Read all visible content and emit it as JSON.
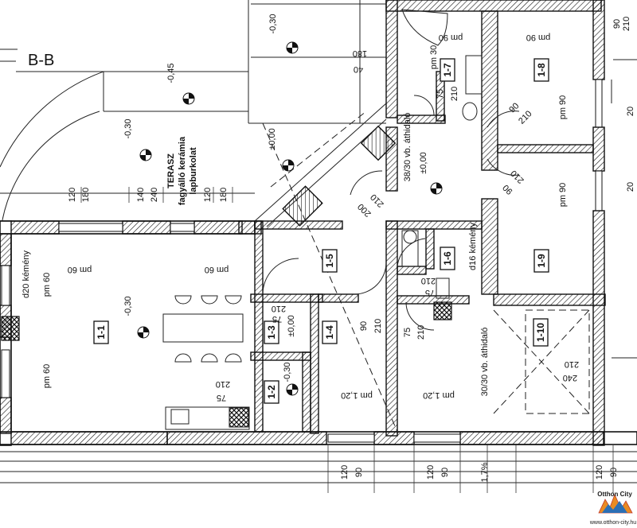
{
  "section_label": "B-B",
  "terrace": {
    "line1": "TERASZ",
    "line2": "fagyálló kerámia",
    "line3": "lapburkolat"
  },
  "rooms": [
    {
      "id": "1-1"
    },
    {
      "id": "1-2"
    },
    {
      "id": "1-3"
    },
    {
      "id": "1-4"
    },
    {
      "id": "1-5"
    },
    {
      "id": "1-6"
    },
    {
      "id": "1-7"
    },
    {
      "id": "1-8"
    },
    {
      "id": "1-9"
    },
    {
      "id": "1-10"
    }
  ],
  "levels": {
    "l_030_top": "-0,30",
    "l_045": "-0,45",
    "l_030_terrace": "-0,30",
    "l_000_a": "±0,00",
    "l_000_b": "±0,00",
    "l_030_living": "-0,30",
    "l_000_13": "±0,00",
    "l_030_12": "-0,30"
  },
  "chimneys": {
    "d20": "d20 kémény",
    "d16": "d16 kémény"
  },
  "lintels": {
    "b1": "38/30 vb. áthidaló",
    "b2": "30/30 vb. áthidaló"
  },
  "parapets": {
    "p1": "pm 60",
    "p2": "pm 60",
    "p3": "pm 60",
    "p4": "pm 60",
    "p5": "pm 1,20",
    "p6": "pm 1,20",
    "p7": "pm 90",
    "p8": "pm 90",
    "p9": "pm 90",
    "p10": "pm 30",
    "p11": "pm 90"
  },
  "dimensions": {
    "d180_top": "180",
    "d40_top": "40",
    "d120_a": "120",
    "d180_b": "180",
    "d140": "140",
    "d240": "240",
    "d120_c": "120",
    "d180_c": "180",
    "d75_17": "75",
    "d210_17": "210",
    "d90_a": "90",
    "d210_a": "210",
    "d210_b": "210",
    "d90_b": "90",
    "d210_c": "210",
    "d200": "200",
    "d210_16": "210",
    "d75_16": "75",
    "d210_13": "210",
    "d75_13": "75",
    "d90_14": "90",
    "d210_14": "210",
    "d75_x": "75",
    "d210_x": "210",
    "d210_12": "210",
    "d75_12": "75",
    "d210_110": "210",
    "d240_110": "240",
    "d120_bottom_a": "120",
    "d90_bottom_a": "90",
    "d120_bottom_b": "120",
    "d90_bottom_b": "90",
    "d120_bottom_c": "120",
    "d90_bottom_c": "90",
    "d90_right_top": "90",
    "d20_right": "20",
    "d20_right2": "20",
    "slope": "1,7%",
    "d210_top_right": "210"
  },
  "logo": {
    "name": "Otthon City",
    "url": "www.otthon-city.hu"
  }
}
